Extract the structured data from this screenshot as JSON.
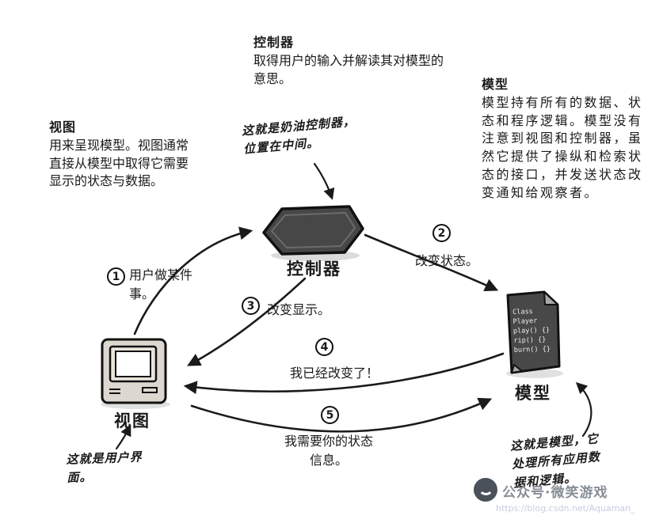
{
  "controller": {
    "title": "控制器",
    "description": "取得用户的输入并解读其对模型的意思。",
    "node_label": "控制器",
    "annotation": "这就是奶油控制器，位置在中间。"
  },
  "model": {
    "title": "模型",
    "description": "模型持有所有的数据、状态和程序逻辑。模型没有注意到视图和控制器，虽然它提供了操纵和检索状态的接口，并发送状态改变通知给观察者。",
    "node_label": "模型",
    "code": "Class Player\nplay() {}\nrip() {}\nburn() {}",
    "annotation": "这就是模型，它处理所有应用数据和逻辑。"
  },
  "view": {
    "title": "视图",
    "description": "用来呈现模型。视图通常直接从模型中取得它需要显示的状态与数据。",
    "node_label": "视图",
    "annotation": "这就是用户界面。"
  },
  "steps": [
    {
      "num": "1",
      "label": "用户做某件事。"
    },
    {
      "num": "2",
      "label": "改变状态。"
    },
    {
      "num": "3",
      "label": "改变显示。"
    },
    {
      "num": "4",
      "label": "我已经改变了！"
    },
    {
      "num": "5",
      "label": "我需要你的状态信息。"
    }
  ],
  "watermark": {
    "label": "公众号·微笑游戏",
    "url": "https://blog.csdn.net/Aquaman_"
  },
  "colors": {
    "ink": "#1a1a1a",
    "shape_fill": "#474747",
    "monitor_fill": "#dcd8cf"
  }
}
